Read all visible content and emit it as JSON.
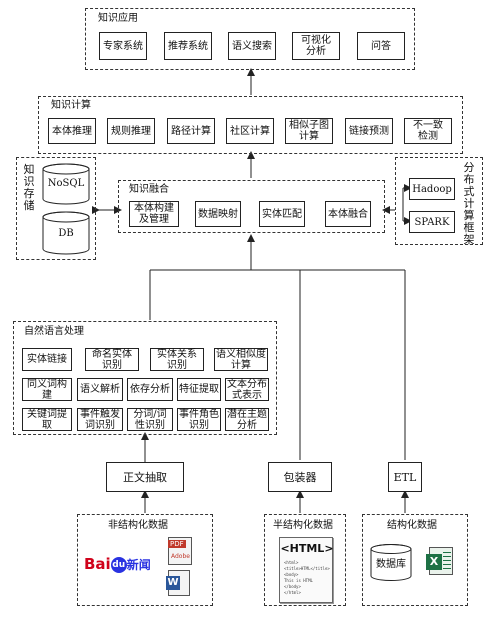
{
  "layers": {
    "application": {
      "title": "知识应用",
      "items": [
        "专家系统",
        "推荐系统",
        "语义搜索",
        "可视化\n分析",
        "问答"
      ]
    },
    "computing": {
      "title": "知识计算",
      "items": [
        "本体推理",
        "规则推理",
        "路径计算",
        "社区计算",
        "相似子图\n计算",
        "链接预测",
        "不一致\n检测"
      ]
    },
    "fusion": {
      "title": "知识融合",
      "items": [
        "本体构建\n及管理",
        "数据映射",
        "实体匹配",
        "本体融合"
      ]
    },
    "storage": {
      "title": "知识存储",
      "items": [
        "NoSQL",
        "DB"
      ]
    },
    "framework": {
      "title": "分布式计算框架",
      "items": [
        "Hadoop",
        "SPARK"
      ]
    },
    "nlp": {
      "title": "自然语言处理",
      "rows": [
        [
          "实体链接",
          "命名实体\n识别",
          "实体关系\n识别",
          "语义相似度\n计算"
        ],
        [
          "同义词构建",
          "语义解析",
          "依存分析",
          "特征提取",
          "文本分布\n式表示"
        ],
        [
          "关键词提取",
          "事件触发\n词识别",
          "分词/词\n性识别",
          "事件角色\n识别",
          "潜在主题\n分析"
        ]
      ]
    }
  },
  "processors": [
    "正文抽取",
    "包装器",
    "ETL"
  ],
  "sources": {
    "unstructured": {
      "title": "非结构化数据",
      "logo_text": "Bai",
      "logo_paw": "du",
      "logo_suffix": "新闻",
      "pdf_label": "PDF",
      "pdf_sub": "Adobe",
      "word_label": "W"
    },
    "semi": {
      "title": "半结构化数据",
      "html_label": "<HTML>",
      "html_code": "<html>\n<title>HTML</title>\n<body>\nThis is HTML\n</body>\n</html>"
    },
    "structured": {
      "title": "结构化数据",
      "db_label": "数据库",
      "excel_label": "X"
    }
  },
  "colors": {
    "line": "#222222",
    "excel": "#1e7145",
    "pdf": "#c0392b",
    "word": "#2b579a",
    "baidu_red": "#d0021b",
    "baidu_blue": "#2932e1"
  }
}
